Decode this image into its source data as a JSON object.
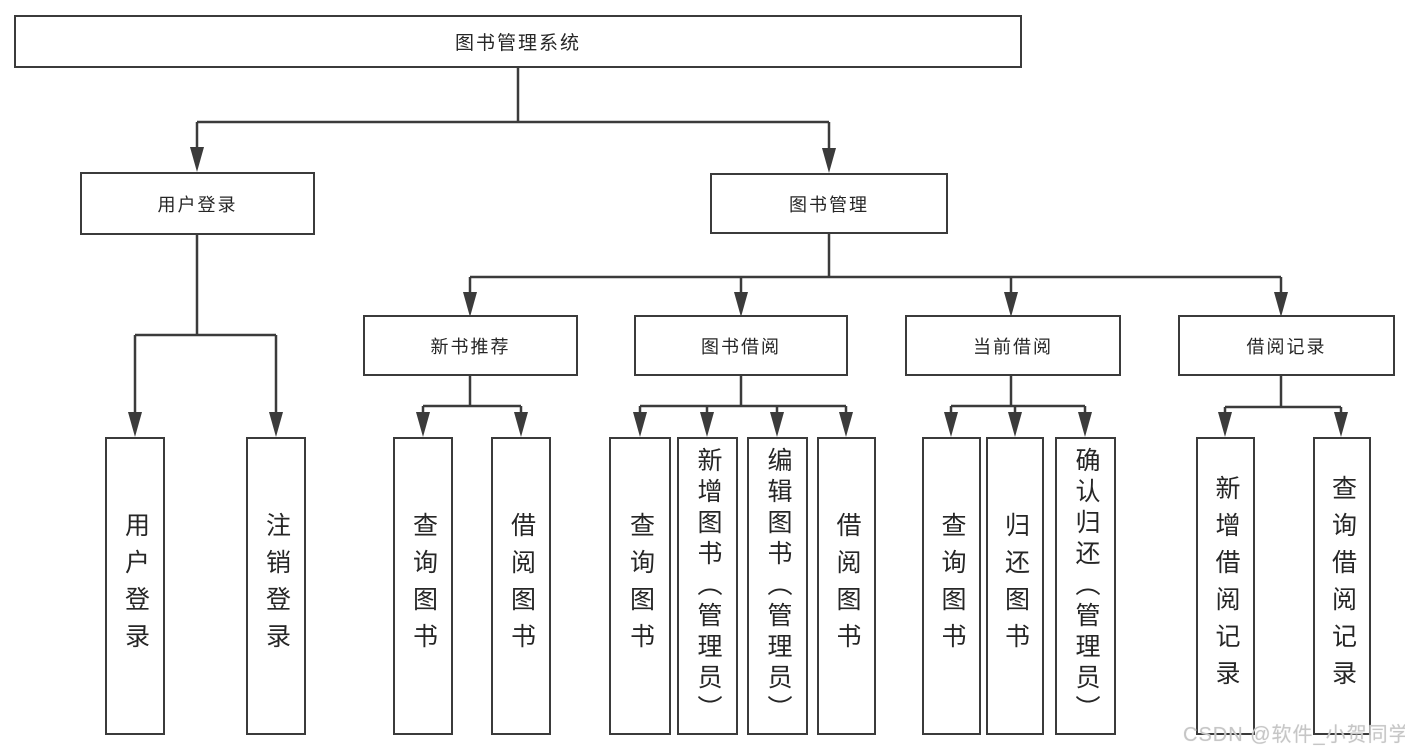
{
  "diagram": {
    "title_node": {
      "label": "图书管理系统"
    },
    "level2": [
      {
        "label": "用户登录"
      },
      {
        "label": "图书管理"
      }
    ],
    "level3": [
      {
        "label": "新书推荐"
      },
      {
        "label": "图书借阅"
      },
      {
        "label": "当前借阅"
      },
      {
        "label": "借阅记录"
      }
    ],
    "leaves": [
      {
        "label": "用户登录"
      },
      {
        "label": "注销登录"
      },
      {
        "label": "查询图书"
      },
      {
        "label": "借阅图书"
      },
      {
        "label": "查询图书"
      },
      {
        "label": "新增图书（管理员）"
      },
      {
        "label": "编辑图书（管理员）"
      },
      {
        "label": "借阅图书"
      },
      {
        "label": "查询图书"
      },
      {
        "label": "归还图书"
      },
      {
        "label": "确认归还（管理员）"
      },
      {
        "label": "新增借阅记录"
      },
      {
        "label": "查询借阅记录"
      }
    ],
    "colors": {
      "line": "#3b3b3b",
      "text": "#262626",
      "background": "#ffffff"
    }
  },
  "watermark": {
    "text": "CSDN @软件_小贺同学",
    "color": "#c6c6c6"
  }
}
